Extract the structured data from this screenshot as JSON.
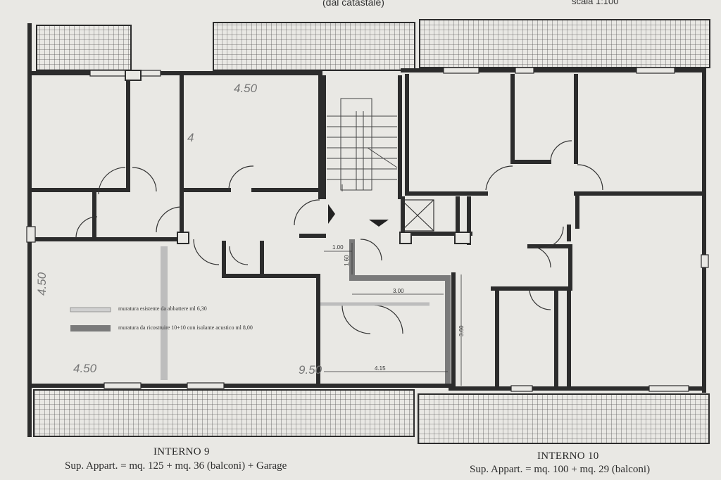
{
  "header": {
    "subtitle": "(dal catastale)",
    "scale": "scala 1:100"
  },
  "legend": [
    {
      "text": "muratura esistente da abbattere ml 6,30"
    },
    {
      "text": "muratura da ricostruire 10+10 con isolante acustico ml 8,00"
    }
  ],
  "dimensions": {
    "d1": "1.00",
    "d2": "1.60",
    "d3": "3.00",
    "d4": "3.60",
    "d5": "4.15"
  },
  "handwritten": {
    "h1": "4.50",
    "h2": "4",
    "h3": "4.50",
    "h4": "4.50",
    "h5": "9.50"
  },
  "units": [
    {
      "name": "INTERNO 9",
      "surface": "Sup. Appart.  = mq. 125 + mq. 36 (balconi) + Garage"
    },
    {
      "name": "INTERNO 10",
      "surface": "Sup. Appart.  = mq. 100 + mq. 29 (balconi)"
    }
  ],
  "colors": {
    "wall": "#2c2c2c",
    "demolish": "#b9b9b9",
    "rebuild": "#7a7a7a",
    "paper": "#e9e8e4"
  }
}
